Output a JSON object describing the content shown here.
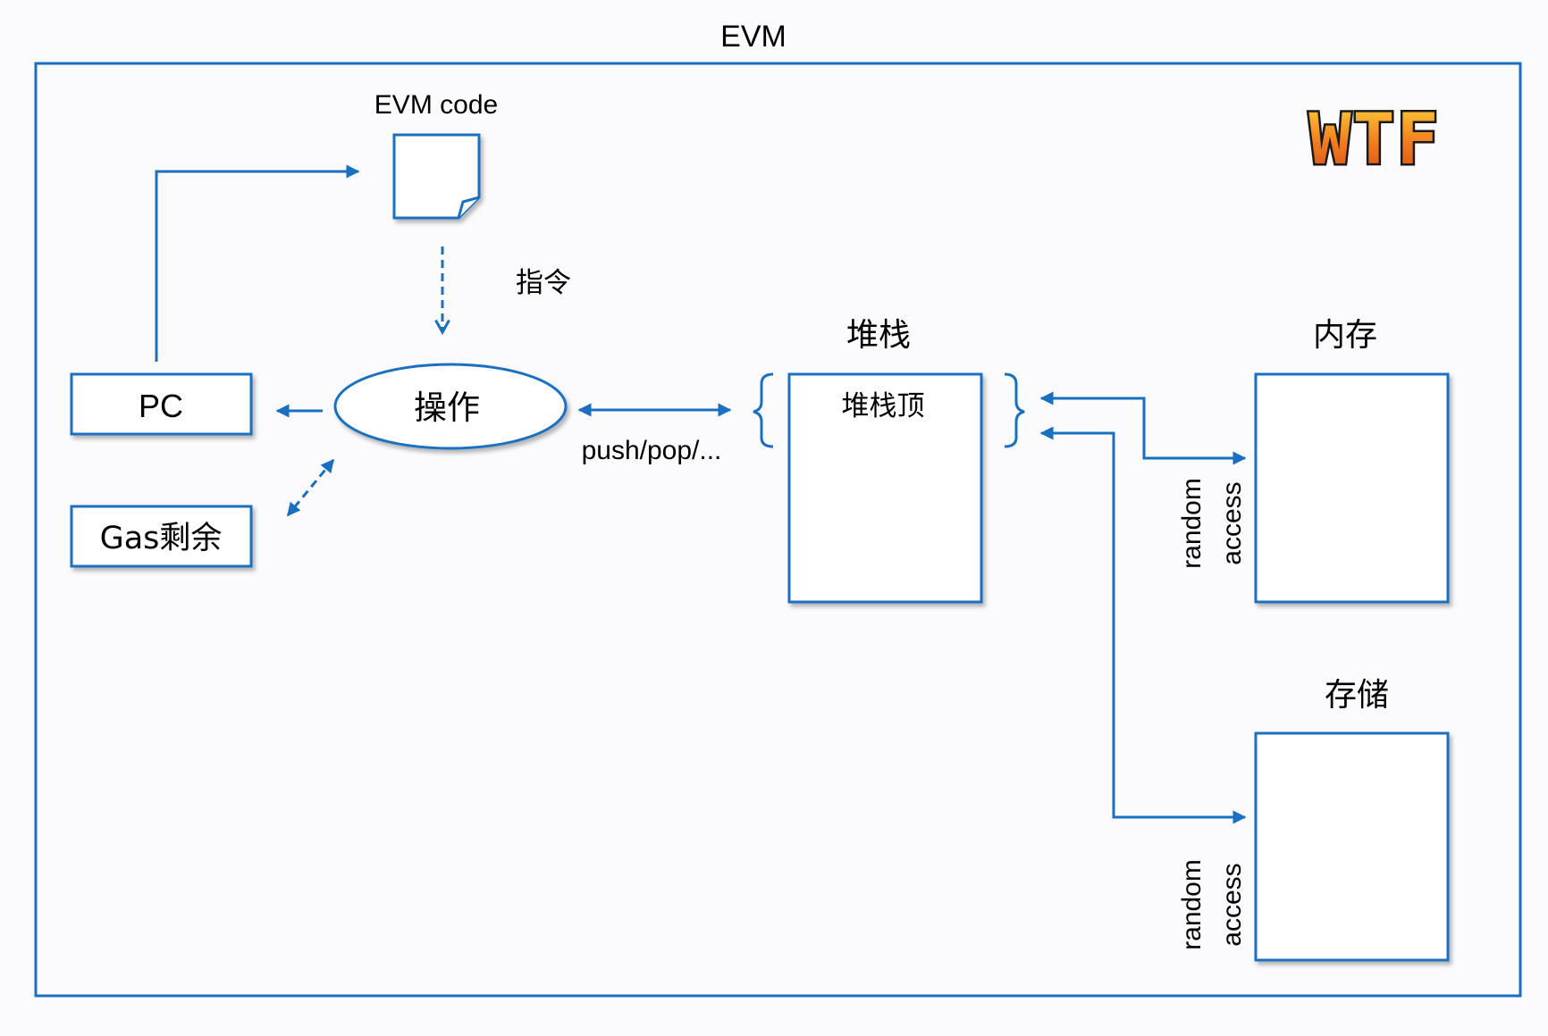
{
  "container": {
    "title": "EVM"
  },
  "code": {
    "label": "EVM code"
  },
  "instruction": {
    "label": "指令"
  },
  "pc": {
    "label": "PC"
  },
  "gas": {
    "label": "Gas剩余"
  },
  "operation": {
    "label": "操作"
  },
  "stack_op": {
    "label": "push/pop/..."
  },
  "stack": {
    "title": "堆栈",
    "top_label": "堆栈顶"
  },
  "memory": {
    "title": "内存",
    "access_word1": "random",
    "access_word2": "access"
  },
  "storage": {
    "title": "存储",
    "access_word1": "random",
    "access_word2": "access"
  },
  "logo": {
    "text": "WTF"
  },
  "colors": {
    "accent": "#1a6fc0",
    "logo_orange": "#f07a1e",
    "logo_outline": "#1a1a1a"
  }
}
